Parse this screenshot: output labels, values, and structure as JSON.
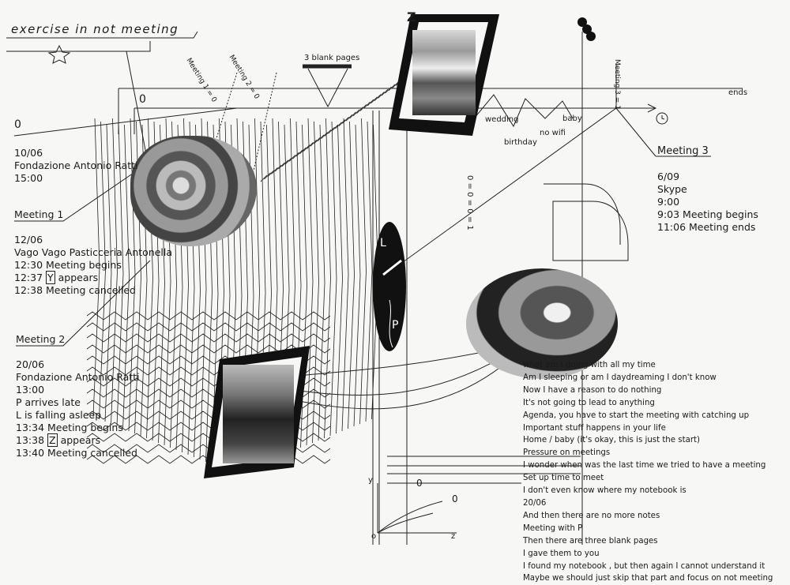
{
  "title": "exercise in not meeting",
  "labels": {
    "zero_left": "0",
    "zero_top": "0",
    "meeting_1_tick": "Meeting 1 = 0",
    "meeting_2_tick": "Meeting 2 = 0",
    "meeting_3_tick": "Meeting 3 = 1",
    "blank_pages": "3 blank pages",
    "ends": "ends",
    "z_mark": "Z",
    "vertical_note": "0 = 0 = 0 = 1",
    "oval_top": "L",
    "oval_bottom": "P",
    "axis_y": "y",
    "axis_o": "o",
    "axis_z": "z",
    "axis_zero_a": "0",
    "axis_zero_b": "0"
  },
  "timeline_words": [
    "wedding",
    "birthday",
    "no wifi",
    "baby"
  ],
  "meeting_0": {
    "lines": [
      "10/06",
      "Fondazione Antonio Ratti",
      "15:00"
    ]
  },
  "meeting_1": {
    "label": "Meeting 1",
    "lines": [
      "12/06",
      "Vago Vago Pasticceria Antonella",
      "12:30 Meeting begins"
    ],
    "y_pre": "12:37",
    "y_mark": "Y",
    "y_post": "appears",
    "last": "12:38 Meeting cancelled"
  },
  "meeting_2": {
    "label": "Meeting 2",
    "lines": [
      "20/06",
      "Fondazione Antonio Ratti",
      "13:00",
      "P arrives late",
      "L is falling asleep",
      "13:34 Meeting begins"
    ],
    "z_pre": "13:38",
    "z_mark": "Z",
    "z_post": "appears",
    "last": "13:40 Meeting cancelled"
  },
  "meeting_3": {
    "label": "Meeting 3",
    "lines": [
      "6/09",
      "Skype",
      "9:00",
      "9:03 Meeting begins",
      "11:06 Meeting ends"
    ]
  },
  "notes": [
    "what am I doing with all my time",
    "Am I sleeping or am I daydreaming I don't know",
    "Now I have a reason to do nothing",
    "It's not going to lead to anything",
    "Agenda, you have to start the meeting with catching up",
    "Important stuff happens in your life",
    "Home / baby (it's okay, this is just the start)",
    "Pressure on meetings",
    "I wonder when was the last time we tried to have a meeting",
    "Set up time to meet",
    "I don't even know where my notebook is",
    "20/06",
    "And then there are no more notes",
    "Meeting with P",
    "Then there are three blank pages",
    "I gave them to you",
    "I found my notebook , but then again I cannot understand it",
    "Maybe we should just skip that part and focus on not meeting"
  ],
  "colors": {
    "ink": "#1a1a1a",
    "paper": "#f7f7f5"
  }
}
